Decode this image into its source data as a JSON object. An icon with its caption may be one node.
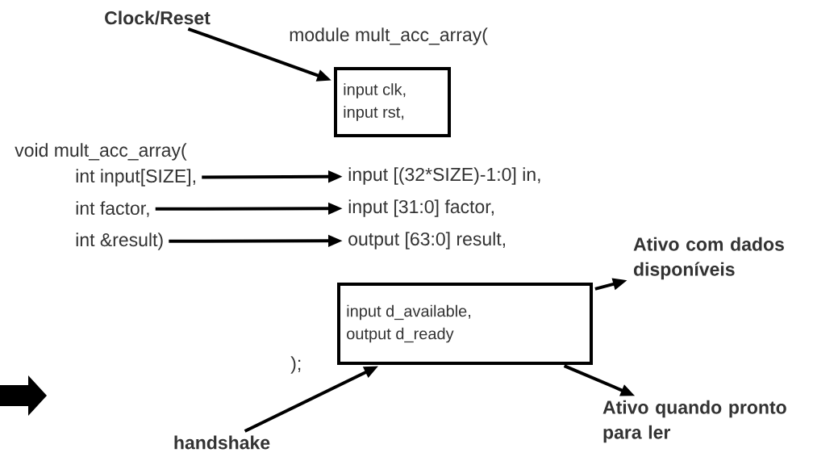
{
  "diagram": {
    "nodes": [
      {
        "text": [
          "Clock/Reset"
        ]
      },
      {
        "text": [
          "input clk,",
          "input rst,"
        ]
      },
      {
        "text": [
          "int input[SIZE],"
        ]
      },
      {
        "text": [
          "input [(32*SIZE)-1:0] in,"
        ]
      },
      {
        "text": [
          "int factor,"
        ]
      },
      {
        "text": [
          "input [31:0] factor,"
        ]
      },
      {
        "text": [
          "int &result)"
        ]
      },
      {
        "text": [
          "output [63:0] result,"
        ]
      },
      {
        "text": [
          "input d_available,",
          "output d_ready"
        ]
      },
      {
        "text": [
          "Ativo com dados disponíveis"
        ]
      },
      {
        "text": [
          "Ativo quando pronto para ler"
        ]
      },
      {
        "text": [
          "handshake"
        ]
      }
    ],
    "edges": [
      {
        "from": 0,
        "to": 1,
        "arrow": "to"
      },
      {
        "from": 2,
        "to": 3,
        "arrow": "to"
      },
      {
        "from": 4,
        "to": 5,
        "arrow": "to"
      },
      {
        "from": 6,
        "to": 7,
        "arrow": "to"
      },
      {
        "from": 8,
        "to": 9,
        "arrow": "to"
      },
      {
        "from": 8,
        "to": 10,
        "arrow": "to"
      },
      {
        "from": 11,
        "to": 8,
        "arrow": "to"
      }
    ],
    "labels": [
      "module mult_acc_array(",
      "void mult_acc_array(",
      ");"
    ]
  }
}
